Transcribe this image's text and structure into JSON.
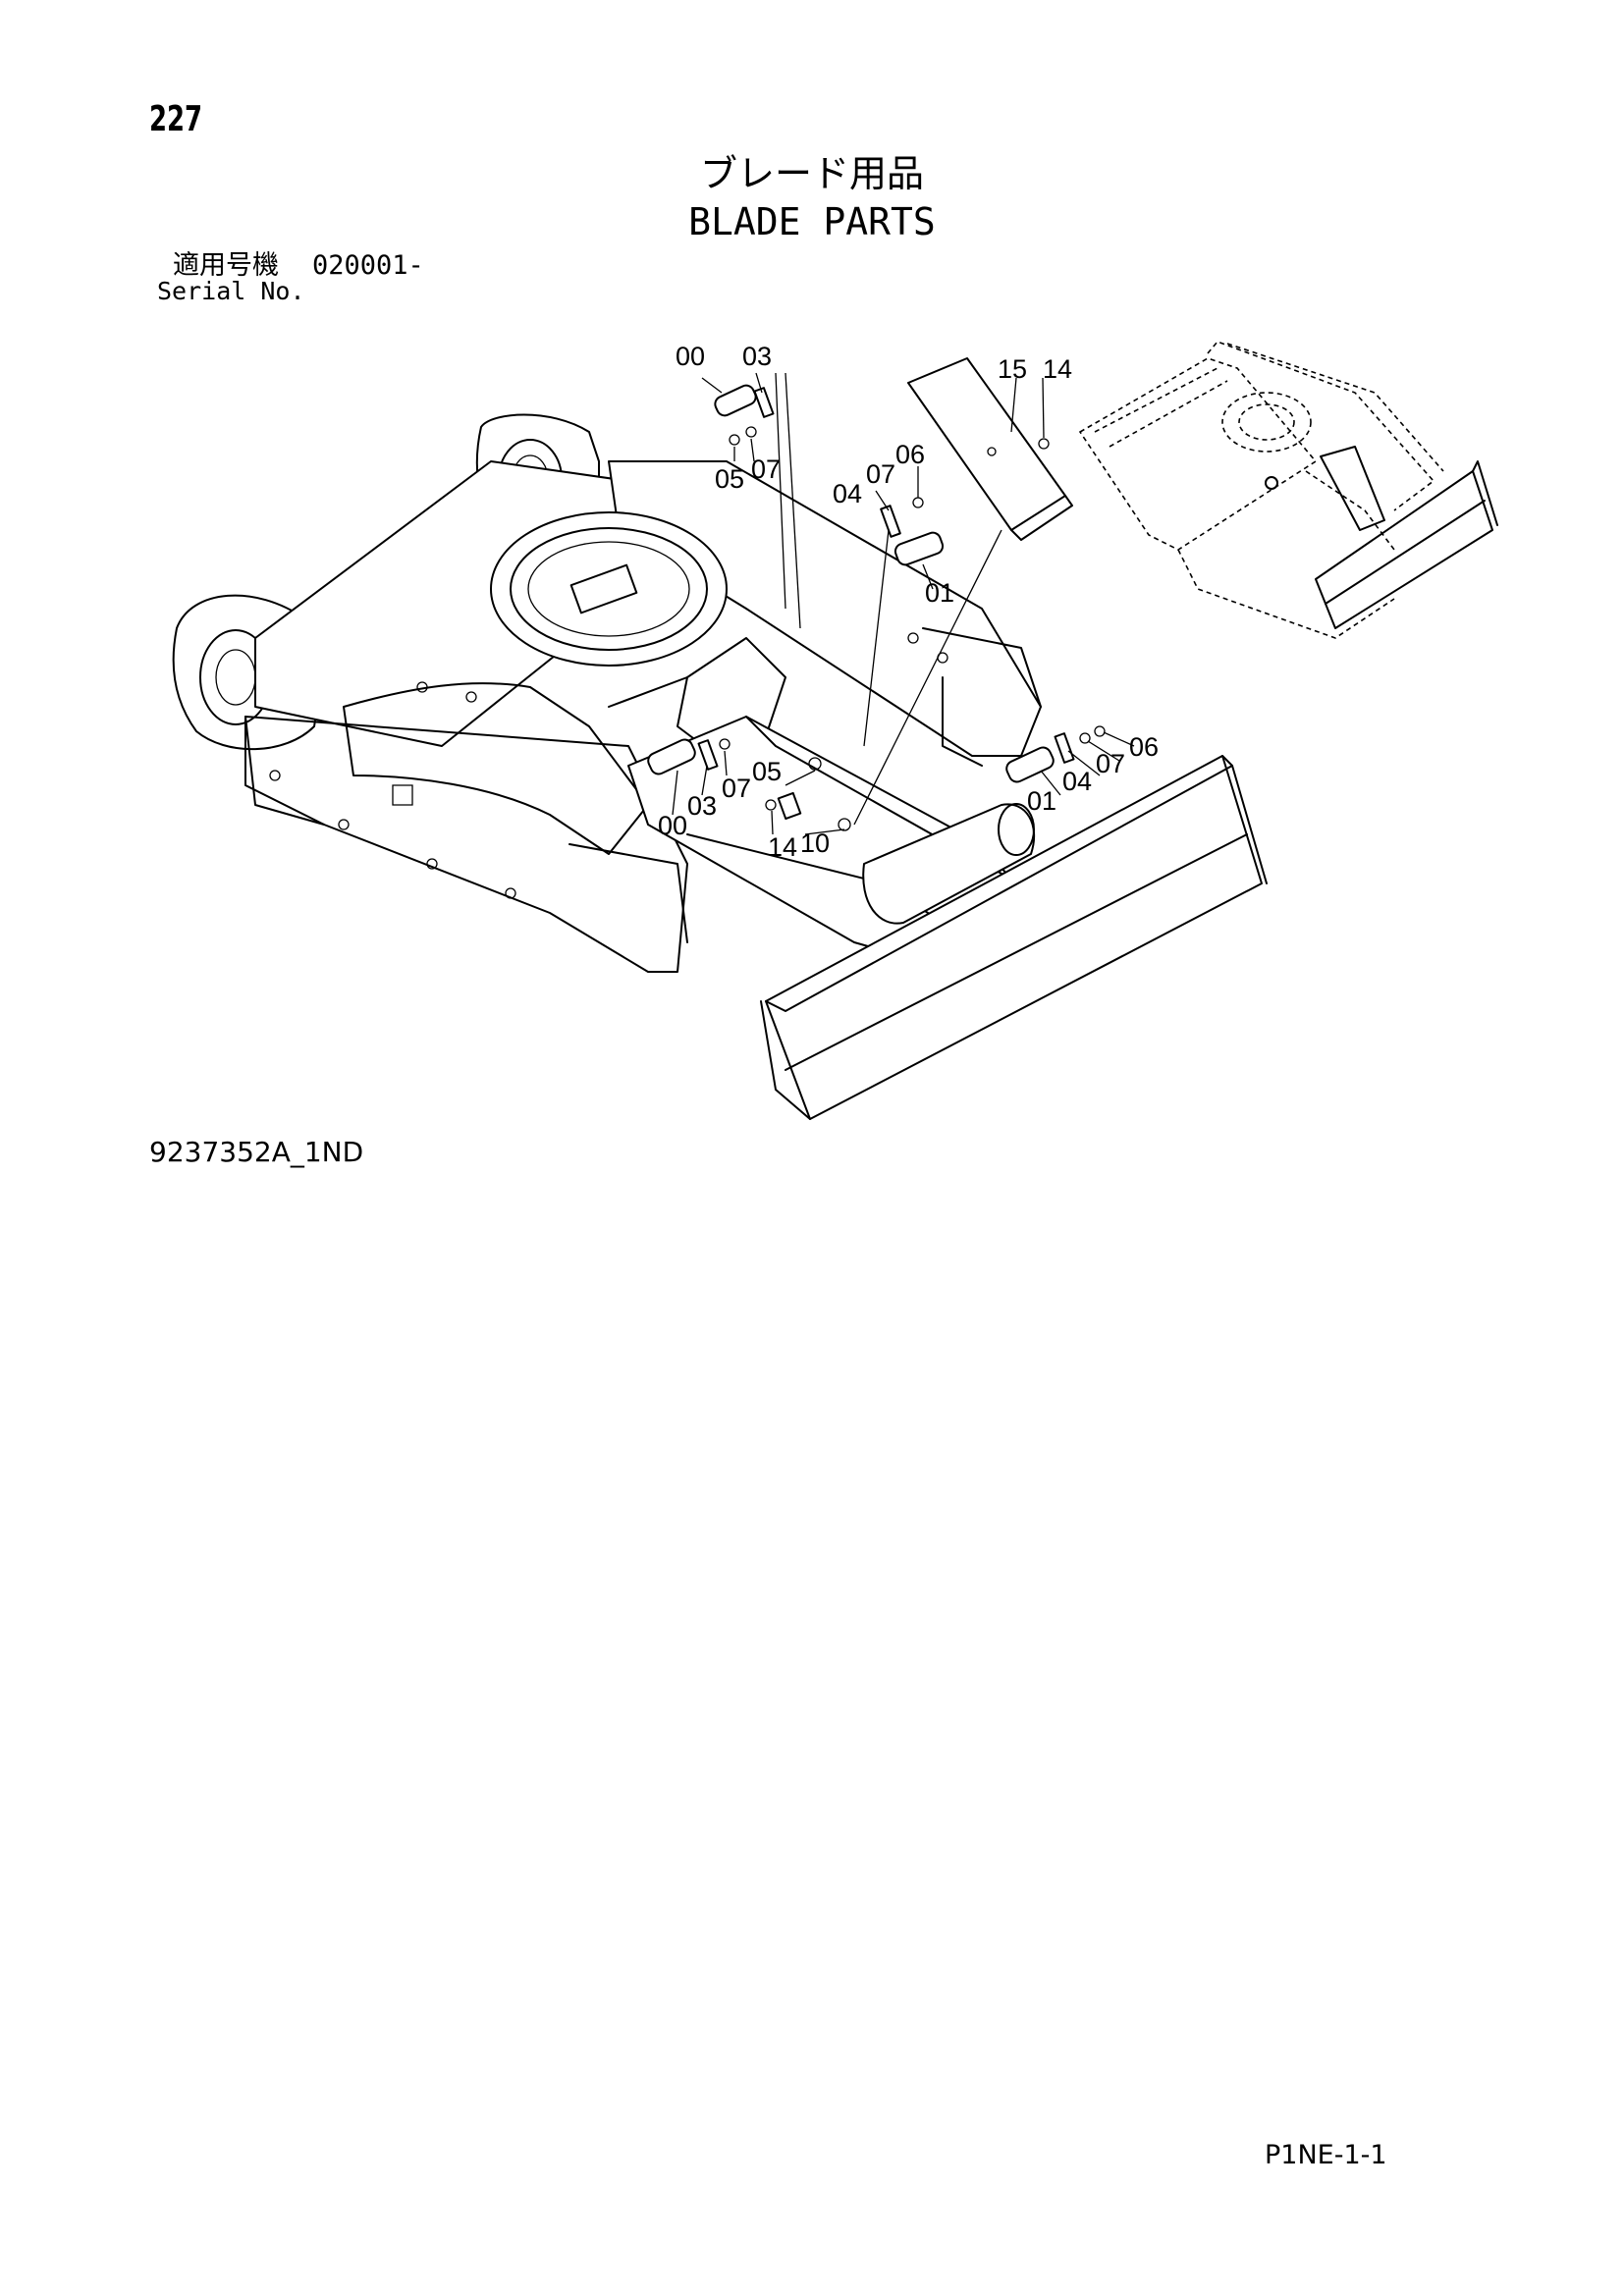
{
  "page_number": "227",
  "title_ja": "ブレード用品",
  "title_en": "BLADE PARTS",
  "serial": {
    "label_ja": "適用号機",
    "value": "020001-",
    "label_en": "Serial No."
  },
  "callouts": {
    "c1": "00",
    "c2": "03",
    "c3": "05",
    "c4": "07",
    "c5": "15",
    "c6": "14",
    "c7": "04",
    "c8": "07",
    "c9": "06",
    "c10": "01",
    "c11": "00",
    "c12": "03",
    "c13": "07",
    "c14": "05",
    "c15": "14",
    "c16": "10",
    "c17": "06",
    "c18": "07",
    "c19": "04",
    "c20": "01"
  },
  "drawing_code": "9237352A_1ND",
  "page_code": "P1NE-1-1"
}
